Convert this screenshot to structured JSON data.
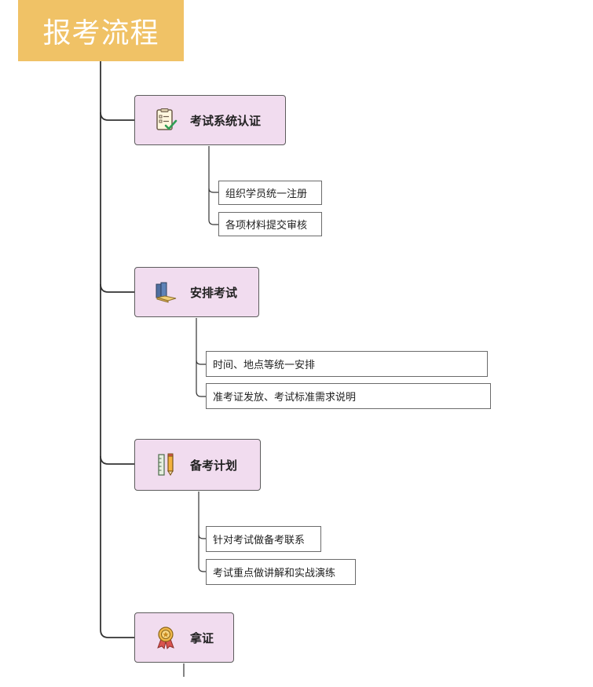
{
  "title": "报考流程",
  "steps": [
    {
      "label": "考试系统认证",
      "icon": "checklist-icon",
      "items": [
        "组织学员统一注册",
        "各项材料提交审核"
      ]
    },
    {
      "label": "安排考试",
      "icon": "books-icon",
      "items": [
        "时间、地点等统一安排",
        "准考证发放、考试标准需求说明"
      ]
    },
    {
      "label": "备考计划",
      "icon": "ruler-pencil-icon",
      "items": [
        "针对考试做备考联系",
        "考试重点做讲解和实战演练"
      ]
    },
    {
      "label": "拿证",
      "icon": "medal-icon",
      "items": []
    }
  ],
  "colors": {
    "title_bg": "#f0c266",
    "step_bg": "#f1dcef",
    "line": "#333333"
  }
}
